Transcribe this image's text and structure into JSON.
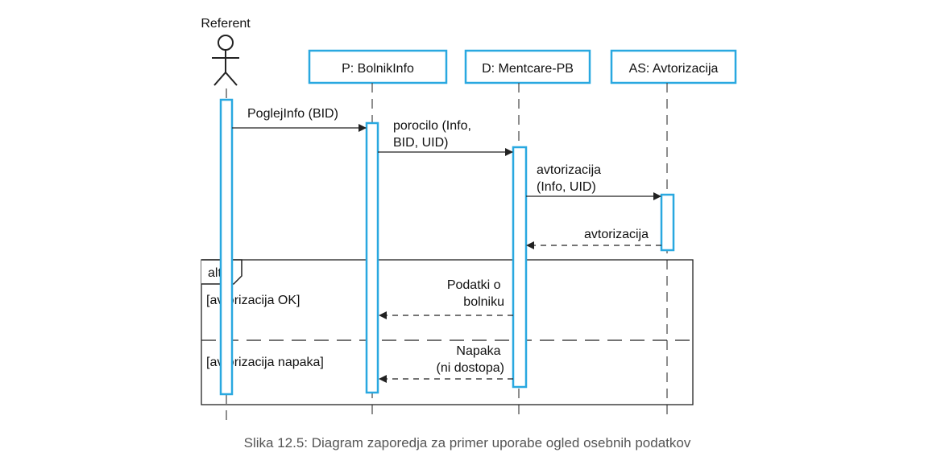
{
  "actor": {
    "name": "Referent"
  },
  "lifelines": [
    {
      "label": "P: BolnikInfo"
    },
    {
      "label": "D: Mentcare-PB"
    },
    {
      "label": "AS: Avtorizacija"
    }
  ],
  "messages": {
    "m1": {
      "lines": [
        "PoglejInfo (BID)"
      ]
    },
    "m2": {
      "lines": [
        "porocilo (Info,",
        "BID, UID)"
      ]
    },
    "m3": {
      "lines": [
        "avtorizacija",
        "(Info, UID)"
      ]
    },
    "m4": {
      "lines": [
        "avtorizacija"
      ]
    },
    "m5": {
      "lines": [
        "Podatki o",
        "bolniku"
      ]
    },
    "m6": {
      "lines": [
        "Napaka",
        "(ni dostopa)"
      ]
    }
  },
  "fragment": {
    "operator": "alt",
    "guard1": "[avtorizacija OK]",
    "guard2": "[avtorizacija napaka]"
  },
  "caption": "Slika 12.5: Diagram zaporedja za primer uporabe ogled osebnih podatkov",
  "colors": {
    "box_border": "#29a8e0",
    "line": "#222222",
    "caption": "#555555"
  }
}
